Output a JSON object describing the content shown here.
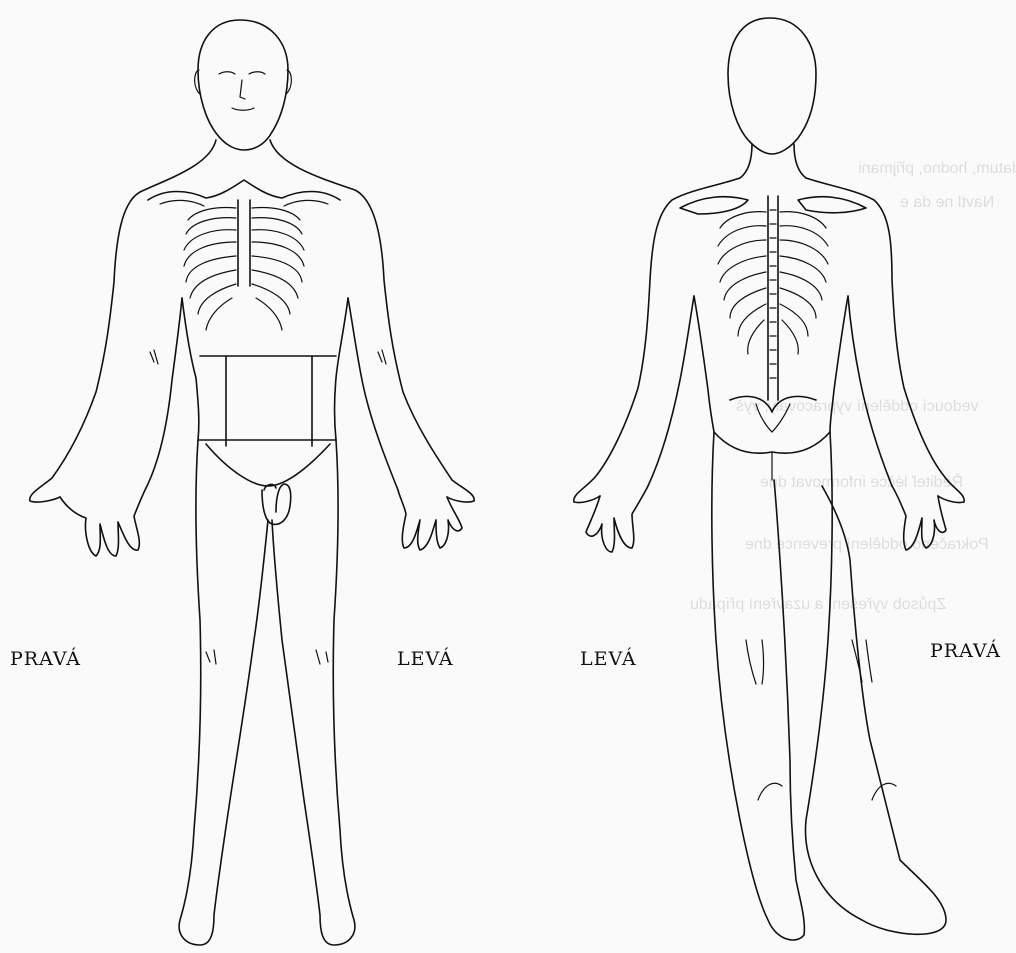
{
  "labels": {
    "front_right": "PRAVÁ",
    "front_left": "LEVÁ",
    "back_left": "LEVÁ",
    "back_right": "PRAVÁ"
  },
  "bleed_through": [
    "datum, hodno, přijmani",
    "Navtl ne da e",
    "vedoucí oddělení vypracovaly, vyš",
    "Řediteľ léčce informovat dne",
    "Pokračenó oddělení prevence dne",
    "Způsob vyřešení a uzavření případu"
  ],
  "figures": {
    "front": "body-front",
    "back": "body-back"
  }
}
